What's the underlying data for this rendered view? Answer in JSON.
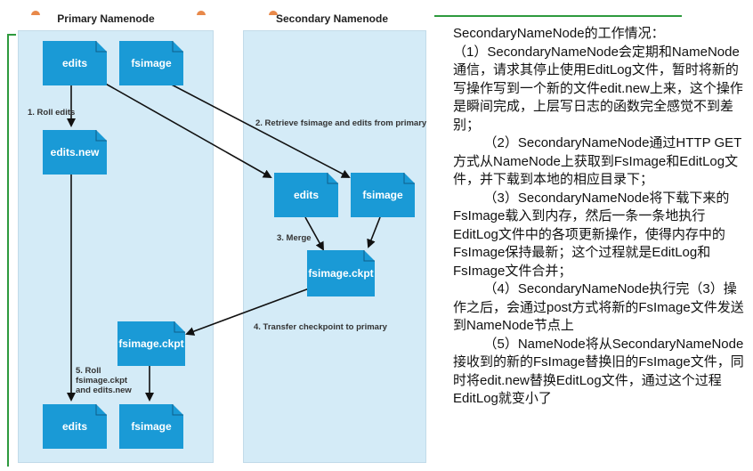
{
  "primary": {
    "title": "Primary Namenode",
    "docs": {
      "edits_top": "edits",
      "fsimage_top": "fsimage",
      "edits_new": "edits.new",
      "fsimage_ckpt": "fsimage.ckpt",
      "edits_bottom": "edits",
      "fsimage_bottom": "fsimage"
    }
  },
  "secondary": {
    "title": "Secondary Namenode",
    "docs": {
      "edits": "edits",
      "fsimage": "fsimage",
      "fsimage_ckpt": "fsimage.ckpt"
    }
  },
  "steps": {
    "s1": "1. Roll edits",
    "s2": "2. Retrieve fsimage and edits from primary",
    "s3": "3. Merge",
    "s4": "4. Transfer checkpoint to primary",
    "s5_line1": "5. Roll",
    "s5_line2": "fsimage.ckpt",
    "s5_line3": "and edits.new"
  },
  "colors": {
    "doc_fill": "#1a9ad6",
    "panel_bg": "#d4ebf7",
    "frame_green": "#2e9a3e",
    "arrow": "#111111"
  },
  "description": {
    "heading": "SecondaryNameNode的工作情况：",
    "p1": "（1）SecondaryNameNode会定期和NameNode通信，请求其停止使用EditLog文件，暂时将新的写操作写到一个新的文件edit.new上来，这个操作是瞬间完成，上层写日志的函数完全感觉不到差别；",
    "p2": "（2）SecondaryNameNode通过HTTP GET方式从NameNode上获取到FsImage和EditLog文件，并下载到本地的相应目录下；",
    "p3": "（3）SecondaryNameNode将下载下来的FsImage载入到内存，然后一条一条地执行EditLog文件中的各项更新操作，使得内存中的FsImage保持最新；这个过程就是EditLog和FsImage文件合并；",
    "p4": "（4）SecondaryNameNode执行完（3）操作之后，会通过post方式将新的FsImage文件发送到NameNode节点上",
    "p5": "（5）NameNode将从SecondaryNameNode接收到的新的FsImage替换旧的FsImage文件，同时将edit.new替换EditLog文件，通过这个过程EditLog就变小了"
  }
}
